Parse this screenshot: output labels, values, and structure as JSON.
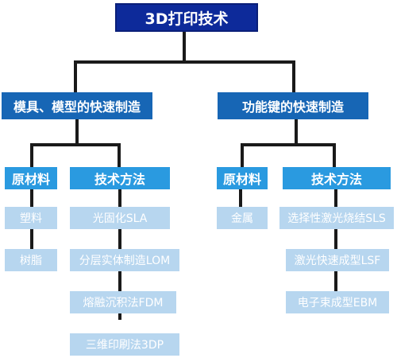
{
  "root": {
    "label": "3D打印技术"
  },
  "branches": [
    {
      "label": "模具、模型的快速制造",
      "materials": {
        "label": "原材料",
        "items": [
          "塑料",
          "树脂"
        ]
      },
      "methods": {
        "label": "技术方法",
        "items": [
          "光固化SLA",
          "分层实体制造LOM",
          "熔融沉积法FDM",
          "三维印刷法3DP"
        ]
      }
    },
    {
      "label": "功能键的快速制造",
      "materials": {
        "label": "原材料",
        "items": [
          "金属"
        ]
      },
      "methods": {
        "label": "技术方法",
        "items": [
          "选择性激光烧结SLS",
          "激光快速成型LSF",
          "电子束成型EBM"
        ]
      }
    }
  ],
  "colors": {
    "root": "#0d2a9a",
    "level1": "#1766b5",
    "level2": "#2a9ae0",
    "leaf": "#b7d6ef",
    "connector": "#1a1a1a"
  }
}
